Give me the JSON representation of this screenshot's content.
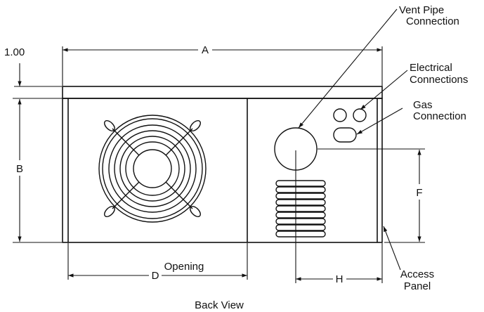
{
  "diagram": {
    "caption": "Back View",
    "dimensions": {
      "a": "A",
      "b": "B",
      "d": "D",
      "f": "F",
      "h": "H",
      "offset": "1.00"
    },
    "labels": {
      "vent_line1": "Vent Pipe",
      "vent_line2": "Connection",
      "elec_line1": "Electrical",
      "elec_line2": "Connections",
      "gas_line1": "Gas",
      "gas_line2": "Connection",
      "access_line1": "Access",
      "access_line2": "Panel",
      "opening": "Opening"
    }
  }
}
